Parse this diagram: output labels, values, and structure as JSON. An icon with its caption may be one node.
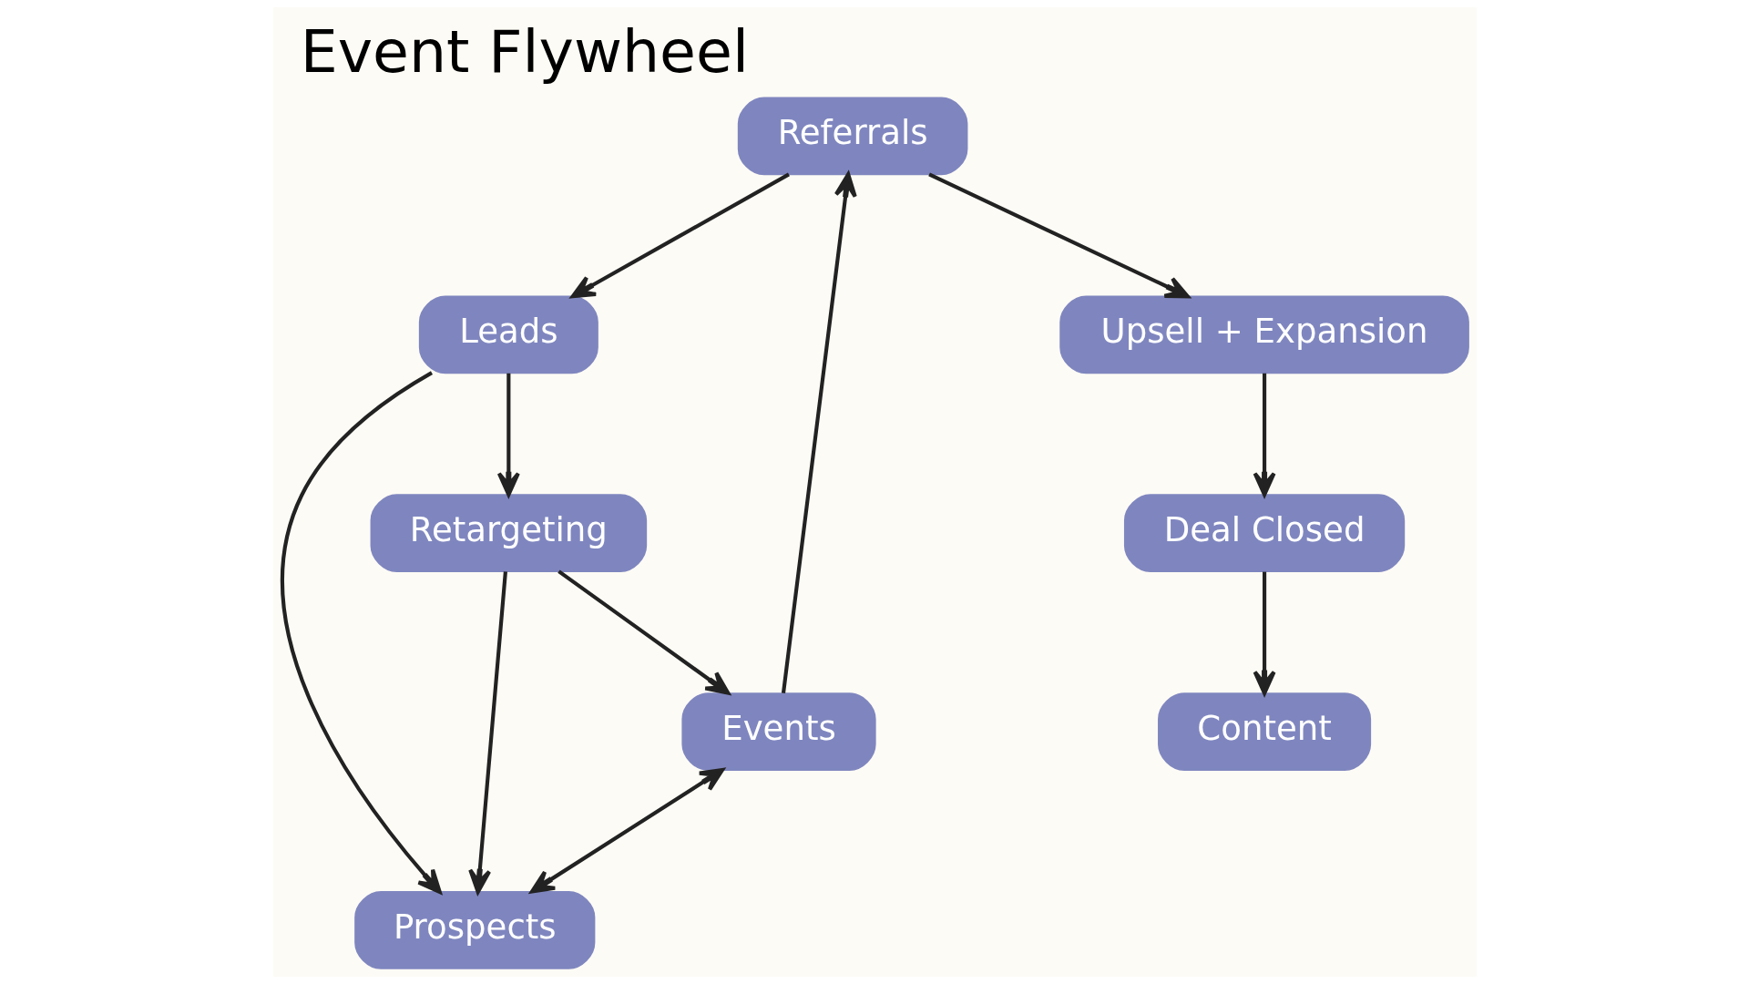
{
  "diagram": {
    "title": "Event Flywheel",
    "nodes": [
      {
        "text": [
          "Content"
        ]
      },
      {
        "text": [
          "Events"
        ]
      },
      {
        "text": [
          "Prospects"
        ]
      },
      {
        "text": [
          "Retargeting"
        ]
      },
      {
        "text": [
          "Referrals"
        ]
      },
      {
        "text": [
          "Leads"
        ]
      },
      {
        "text": [
          "Upsell + Expansion"
        ]
      },
      {
        "text": [
          "Deal Closed"
        ]
      }
    ],
    "edges": [
      {
        "from": 7,
        "to": 0,
        "arrow": "to"
      },
      {
        "from": 1,
        "to": 2,
        "arrow": "both"
      },
      {
        "from": 1,
        "to": 4,
        "arrow": "to"
      },
      {
        "from": 3,
        "to": 1,
        "arrow": "to"
      },
      {
        "from": 3,
        "to": 2,
        "arrow": "to"
      },
      {
        "from": 5,
        "to": 3,
        "arrow": "to"
      },
      {
        "from": 5,
        "to": 2,
        "arrow": "to"
      },
      {
        "from": 4,
        "to": 5,
        "arrow": "to"
      },
      {
        "from": 4,
        "to": 6,
        "arrow": "to"
      },
      {
        "from": 6,
        "to": 7,
        "arrow": "to"
      }
    ]
  }
}
